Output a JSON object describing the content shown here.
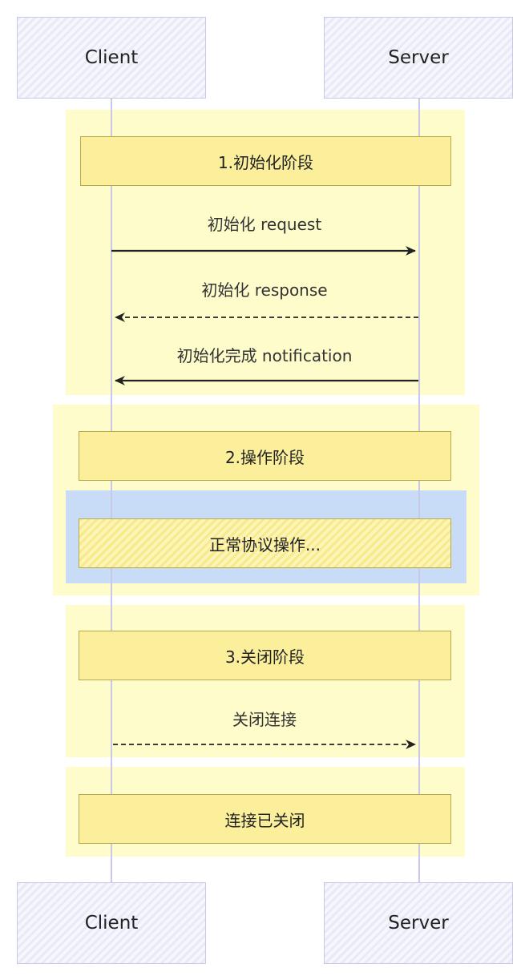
{
  "participants": {
    "client": "Client",
    "server": "Server"
  },
  "phase1": {
    "title": "1.初始化阶段",
    "messages": [
      {
        "label": "初始化 request",
        "from": "client",
        "to": "server",
        "style": "solid"
      },
      {
        "label": "初始化 response",
        "from": "server",
        "to": "client",
        "style": "dashed"
      },
      {
        "label": "初始化完成 notification",
        "from": "server",
        "to": "client",
        "style": "solid"
      }
    ]
  },
  "phase2": {
    "title": "2.操作阶段",
    "inner": "正常协议操作..."
  },
  "phase3": {
    "title": "3.关闭阶段",
    "messages": [
      {
        "label": "关闭连接",
        "from": "client",
        "to": "server",
        "style": "dashed"
      }
    ]
  },
  "final": {
    "note": "连接已关闭"
  },
  "colors": {
    "lane": "#fffaa0",
    "note": "#fbef9c",
    "band": "#c9dcf7",
    "participant": "#eeeef9"
  }
}
